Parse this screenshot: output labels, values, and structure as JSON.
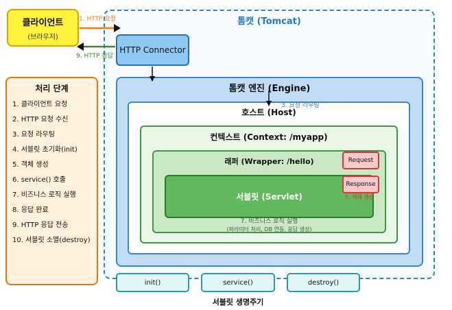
{
  "client": {
    "title": "클라이언트",
    "subtitle": "(브라우저)"
  },
  "tomcat": {
    "title": "톰캣 (Tomcat)"
  },
  "connector": {
    "label": "HTTP Connector"
  },
  "engine": {
    "title": "톰캣 엔진 (Engine)"
  },
  "host": {
    "title": "호스트 (Host)"
  },
  "context": {
    "title": "컨텍스트 (Context: /myapp)"
  },
  "wrapper": {
    "title": "래퍼 (Wrapper: /hello)"
  },
  "servlet": {
    "title": "서블릿 (Servlet)"
  },
  "request_obj": {
    "label": "Request"
  },
  "response_obj": {
    "label": "Response"
  },
  "flow_labels": {
    "request": "1. HTTP 요청",
    "response": "9. HTTP 응답",
    "routing": "3. 요청 라우팅",
    "create": "5. 객체 생성",
    "logic": "7. 비즈니스 로직 실행",
    "logic_sub": "(파라미터 처리, DB 연동, 응답 생성)"
  },
  "steps": {
    "title": "처리 단계",
    "items": [
      "1. 클라이언트 요청",
      "2. HTTP 요청 수신",
      "3. 요청 라우팅",
      "4. 서블릿 초기화(init)",
      "5. 객체 생성",
      "6. service() 호출",
      "7. 비즈니스 로직 실행",
      "8. 응답 완료",
      "9. HTTP 응답 전송",
      "10. 서블릿 소멸(destroy)"
    ]
  },
  "lifecycle": {
    "title": "서블릿 생명주기",
    "init": "init()",
    "service": "service()",
    "destroy": "destroy()"
  },
  "colors": {
    "request_arrow": "#f07a20",
    "response_arrow": "#3a8a2a",
    "flow_arrow": "#111111"
  }
}
